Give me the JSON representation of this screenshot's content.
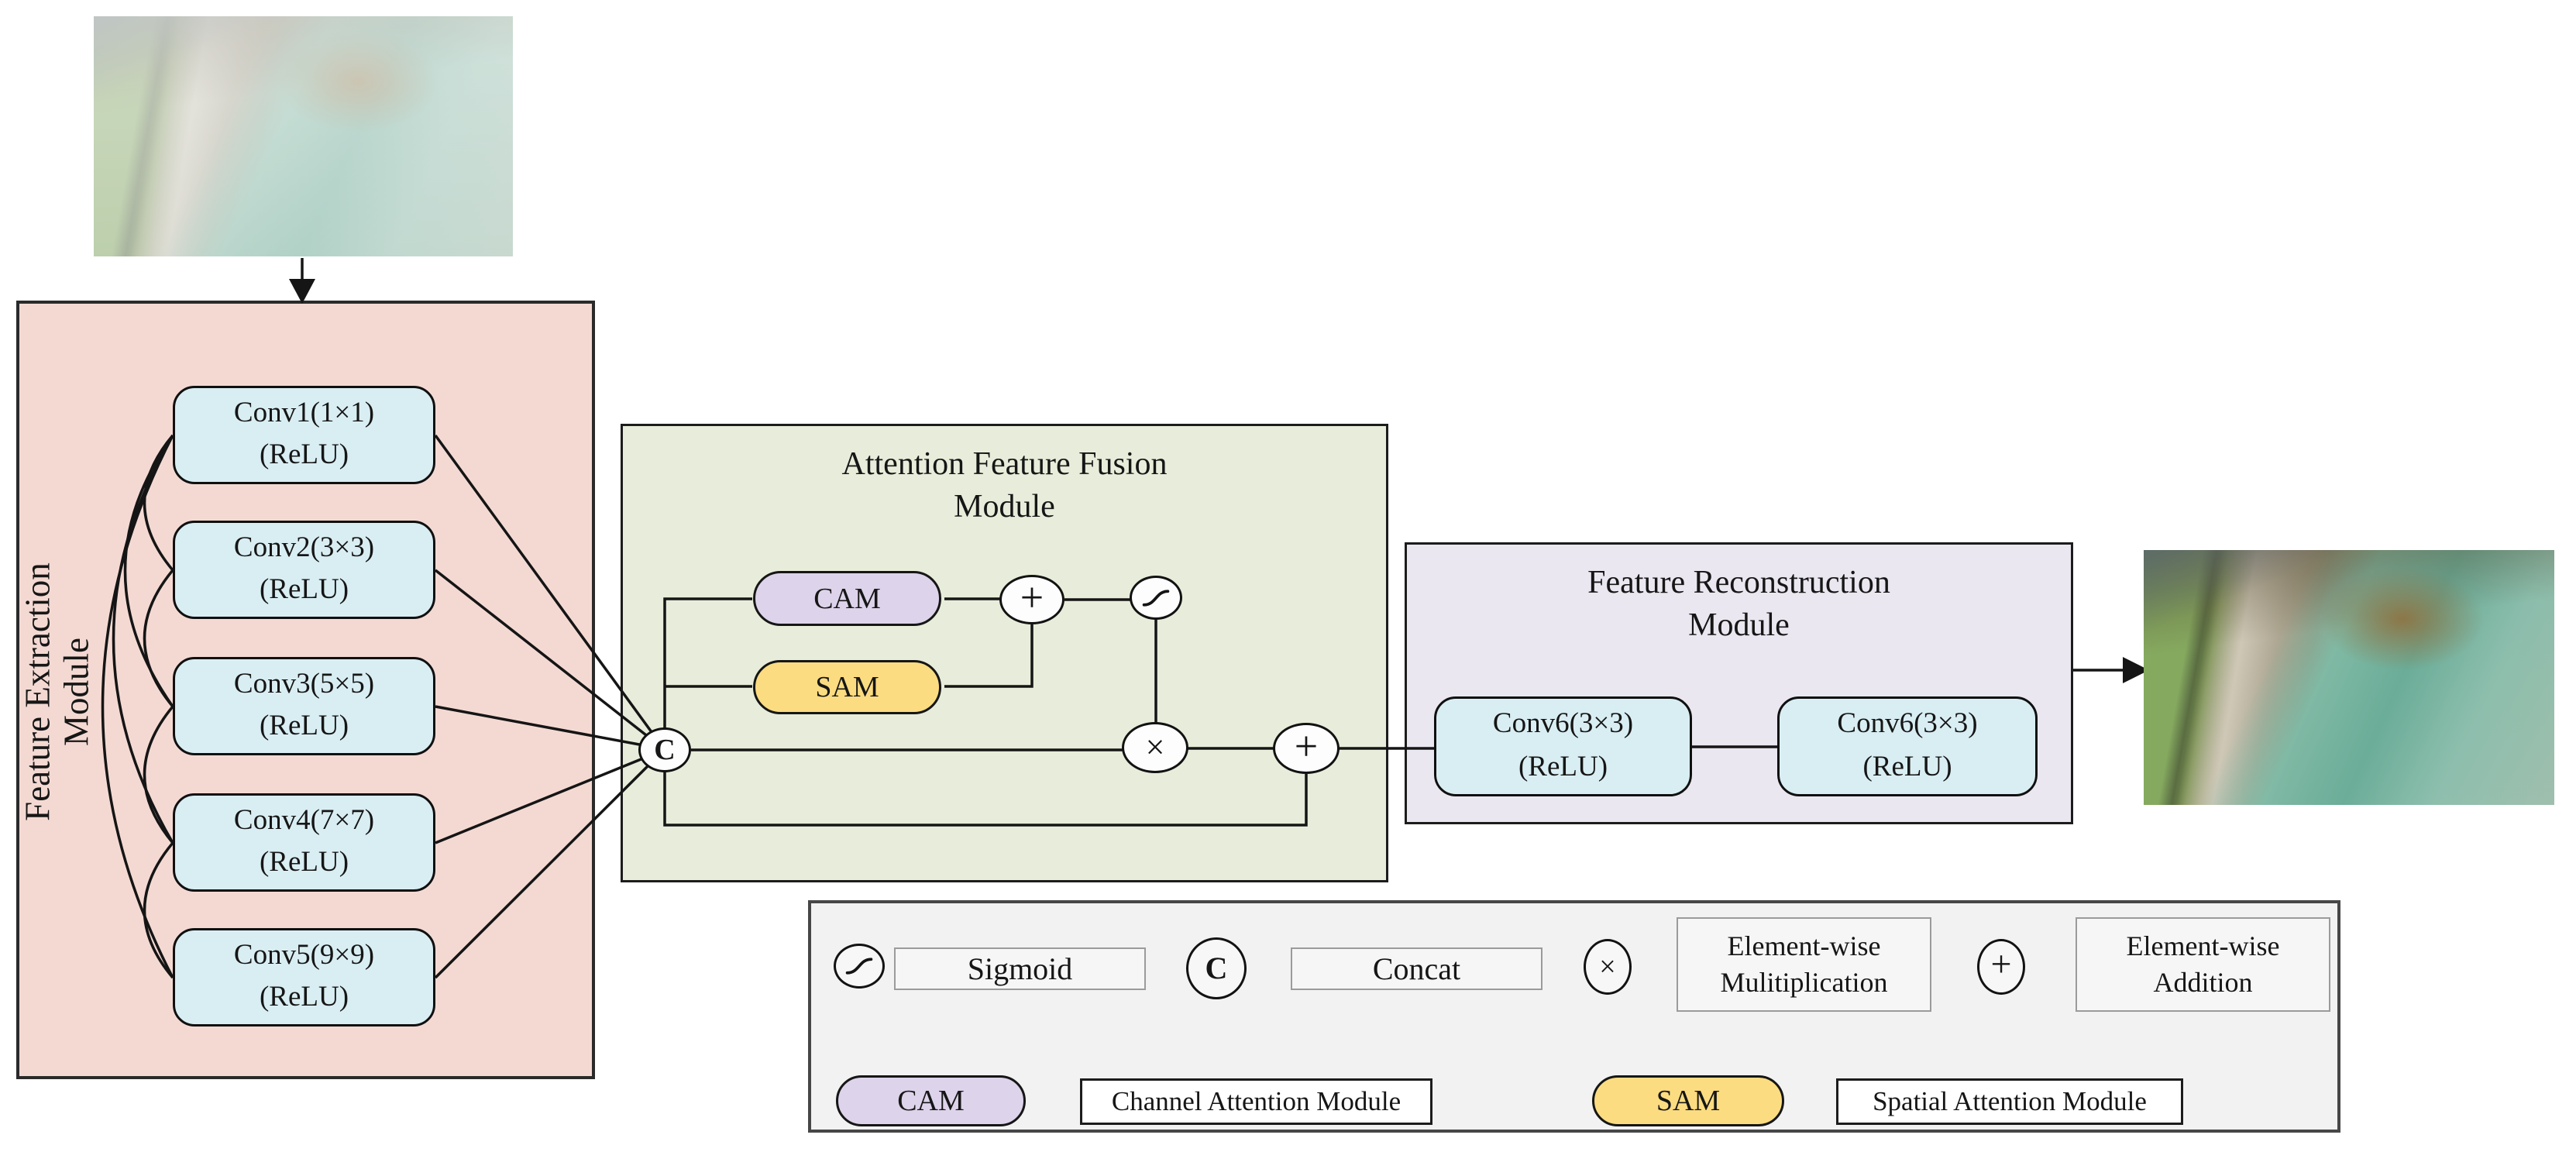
{
  "modules": {
    "feature_extraction": {
      "title": "Feature Extraction\nModule",
      "blocks": [
        {
          "name": "Conv1(1×1)",
          "activation": "(ReLU)"
        },
        {
          "name": "Conv2(3×3)",
          "activation": "(ReLU)"
        },
        {
          "name": "Conv3(5×5)",
          "activation": "(ReLU)"
        },
        {
          "name": "Conv4(7×7)",
          "activation": "(ReLU)"
        },
        {
          "name": "Conv5(9×9)",
          "activation": "(ReLU)"
        }
      ]
    },
    "attention_fusion": {
      "title": "Attention Feature Fusion\nModule",
      "cam": "CAM",
      "sam": "SAM",
      "ops": {
        "concat": "C",
        "add": "+",
        "multiply": "×"
      }
    },
    "feature_reconstruction": {
      "title": "Feature Reconstruction\nModule",
      "blocks": [
        {
          "name": "Conv6(3×3)",
          "activation": "(ReLU)"
        },
        {
          "name": "Conv6(3×3)",
          "activation": "(ReLU)"
        }
      ]
    }
  },
  "images": {
    "input": "hazy-aerial-river-photo",
    "output": "dehazed-aerial-river-photo"
  },
  "legend": {
    "sigmoid_label": "Sigmoid",
    "concat_symbol": "C",
    "concat_label": "Concat",
    "multiply_symbol": "×",
    "multiply_label": "Element-wise\nMulitiplication",
    "add_symbol": "+",
    "add_label": "Element-wise\nAddition",
    "cam_symbol": "CAM",
    "cam_label": "Channel Attention Module",
    "sam_symbol": "SAM",
    "sam_label": "Spatial Attention Module"
  },
  "colors": {
    "extraction_bg": "#f4d9d3",
    "conv_block_bg": "#d9eef3",
    "fusion_bg": "#e7edda",
    "reconstruction_bg": "#eae7f0",
    "cam_bg": "#ddd3ea",
    "sam_bg": "#fcdc81",
    "legend_bg": "#f2f2f2",
    "line": "#151515"
  }
}
